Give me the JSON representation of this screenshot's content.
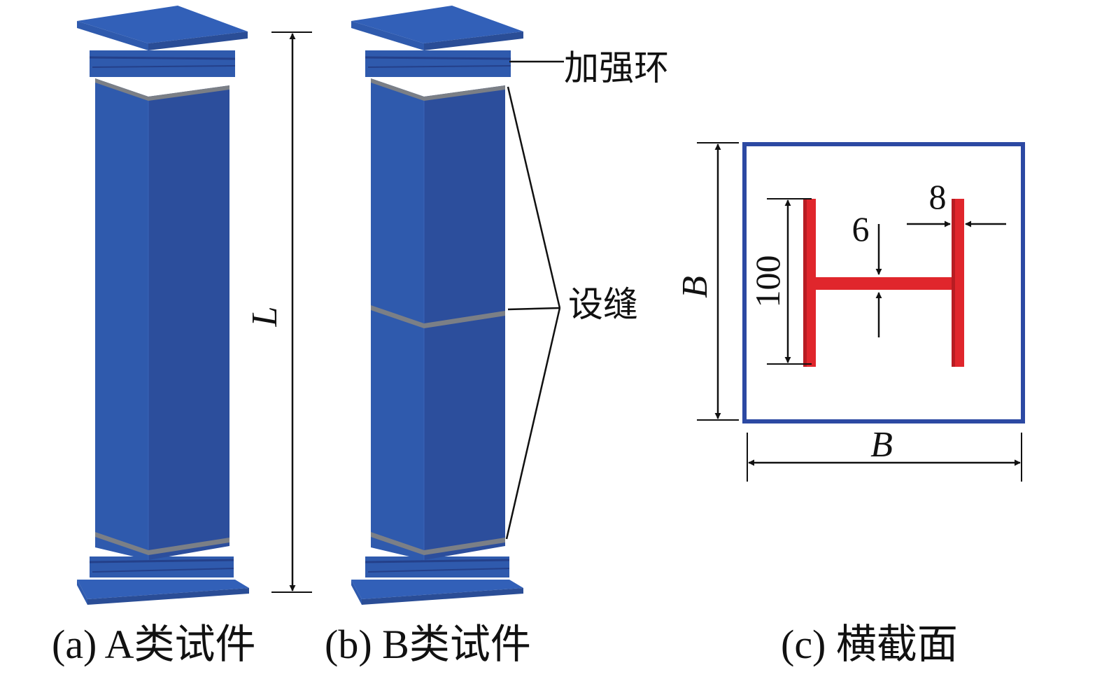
{
  "captions": {
    "a": "(a) A类试件",
    "b": "(b) B类试件",
    "c": "(c) 横截面"
  },
  "labels": {
    "stiffening_ring": "加强环",
    "gap": "设缝"
  },
  "dimensions": {
    "column_length": "L",
    "section_side_vertical": "B",
    "section_side_horizontal": "B",
    "h_height": "100",
    "web_thickness": "6",
    "flange_thickness": "8"
  },
  "colors": {
    "steel_front": "#2f5aad",
    "steel_side": "#2a4d96",
    "steel_top": "#3260b8",
    "gap_band": "#7b7f86",
    "section_outline": "#2c49a3",
    "h_section": "#e0262c",
    "line": "#111111"
  }
}
